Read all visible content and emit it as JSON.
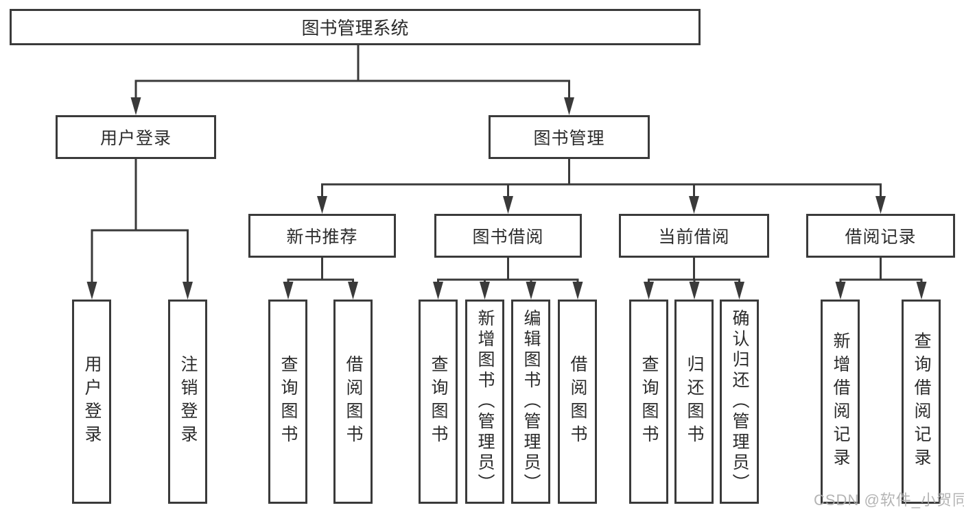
{
  "diagram": {
    "root": {
      "label": "图书管理系统"
    },
    "level2": [
      {
        "label": "用户登录"
      },
      {
        "label": "图书管理"
      }
    ],
    "level3": [
      {
        "label": "新书推荐"
      },
      {
        "label": "图书借阅"
      },
      {
        "label": "当前借阅"
      },
      {
        "label": "借阅记录"
      }
    ],
    "level4": [
      {
        "label": "用户登录"
      },
      {
        "label": "注销登录"
      },
      {
        "label": "查询图书"
      },
      {
        "label": "借阅图书"
      },
      {
        "label": "查询图书"
      },
      {
        "label": "新增图书（管理员）"
      },
      {
        "label": "编辑图书（管理员）"
      },
      {
        "label": "借阅图书"
      },
      {
        "label": "查询图书"
      },
      {
        "label": "归还图书"
      },
      {
        "label": "确认归还（管理员）"
      },
      {
        "label": "新增借阅记录"
      },
      {
        "label": "查询借阅记录"
      }
    ],
    "watermark": "CSDN @软件_小贺同学",
    "colors": {
      "line": "#3a3a3a",
      "text": "#2b2b2b",
      "watermark": "#acacac",
      "background": "#ffffff"
    }
  }
}
